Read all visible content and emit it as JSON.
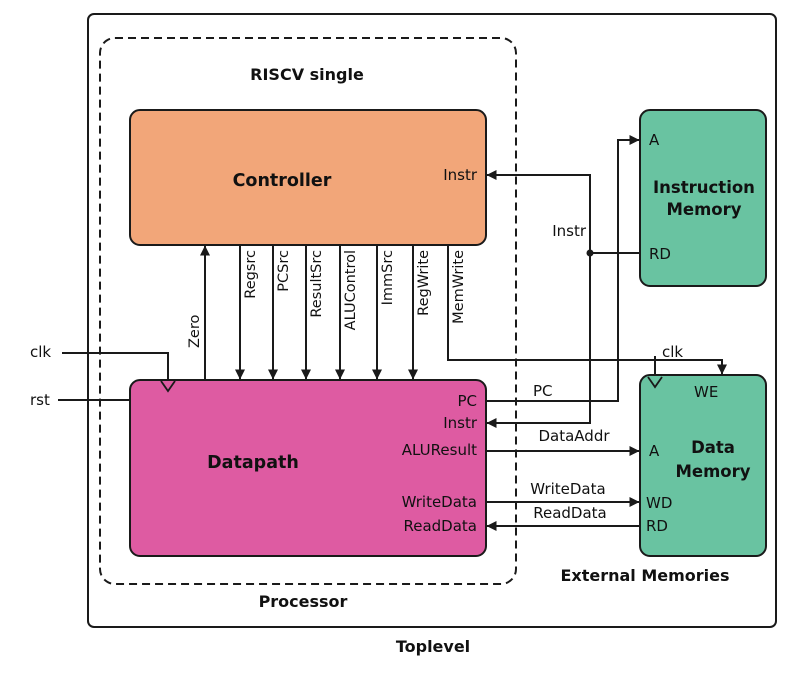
{
  "diagram": {
    "toplevel_label": "Toplevel",
    "processor": {
      "title": "RISCV single",
      "label": "Processor"
    },
    "external_memories_label": "External Memories",
    "inputs": {
      "clk": "clk",
      "rst": "rst",
      "mem_clk": "clk"
    },
    "controller": {
      "title": "Controller",
      "port_instr": "Instr"
    },
    "datapath": {
      "title": "Datapath",
      "port_pc": "PC",
      "port_instr": "Instr",
      "port_aluresult": "ALUResult",
      "port_writedata": "WriteData",
      "port_readdata": "ReadData"
    },
    "instruction_memory": {
      "title1": "Instruction",
      "title2": "Memory",
      "port_a": "A",
      "port_rd": "RD"
    },
    "data_memory": {
      "title1": "Data",
      "title2": "Memory",
      "port_we": "WE",
      "port_a": "A",
      "port_wd": "WD",
      "port_rd": "RD"
    },
    "control_signals": {
      "zero": "Zero",
      "regsrc": "Regsrc",
      "pcsrc": "PCSrc",
      "resultsrc": "ResultSrc",
      "alucontrol": "ALUControl",
      "immsrc": "ImmSrc",
      "regwrite": "RegWrite",
      "memwrite": "MemWrite"
    },
    "wire_labels": {
      "pc": "PC",
      "instr": "Instr",
      "dataaddr": "DataAddr",
      "writedata": "WriteData",
      "readdata": "ReadData"
    },
    "colors": {
      "controller": "#F2A679",
      "datapath": "#DE5BA2",
      "memory": "#69C3A1",
      "line": "#1a1a1a"
    }
  }
}
